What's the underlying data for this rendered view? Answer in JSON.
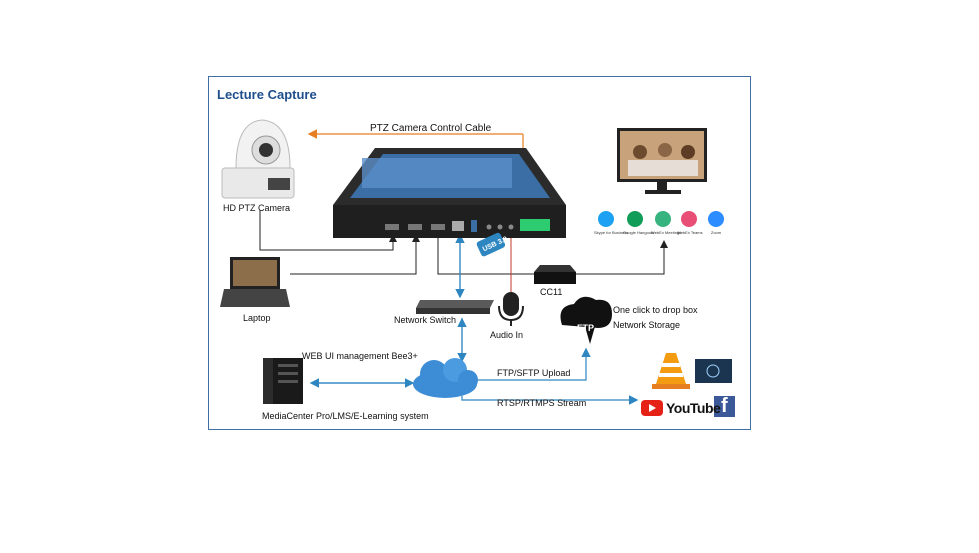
{
  "title": "Lecture Capture",
  "labels": {
    "ptz_cable": "PTZ Camera Control Cable",
    "hd_ptz_camera": "HD PTZ Camera",
    "laptop": "Laptop",
    "network_switch": "Network Switch",
    "audio_in": "Audio In",
    "cc11": "CC11",
    "dropbox_line1": "One click to drop box",
    "dropbox_line2": "Network Storage",
    "web_ui": "WEB UI management Bee3+",
    "ftp_upload": "FTP/SFTP  Upload",
    "rtsp_stream": "RTSP/RTMPS  Stream",
    "mediacenter": "MediaCenter Pro/LMS/E-Learning system",
    "ftp_badge": "FTP",
    "usb_badge": "USB 3.0",
    "youtube": "YouTube"
  },
  "apps": [
    {
      "name": "Skype for Business",
      "icon": "skype-icon",
      "color": "#1da1f2"
    },
    {
      "name": "Google Hangouts",
      "icon": "hangouts-icon",
      "color": "#0f9d58"
    },
    {
      "name": "WebEx Meetings",
      "icon": "webex-icon",
      "color": "#36b37e"
    },
    {
      "name": "WebEx Teams",
      "icon": "webex-teams-icon",
      "color": "#e94e77"
    },
    {
      "name": "Zoom",
      "icon": "zoom-icon",
      "color": "#2d8cff"
    }
  ],
  "colors": {
    "frame": "#3f6fa5",
    "title": "#1f4e8c",
    "arrow_network": "#2e86c1",
    "arrow_ptz": "#e67e22",
    "line_dark": "#222222",
    "line_audio": "#c0392b"
  }
}
